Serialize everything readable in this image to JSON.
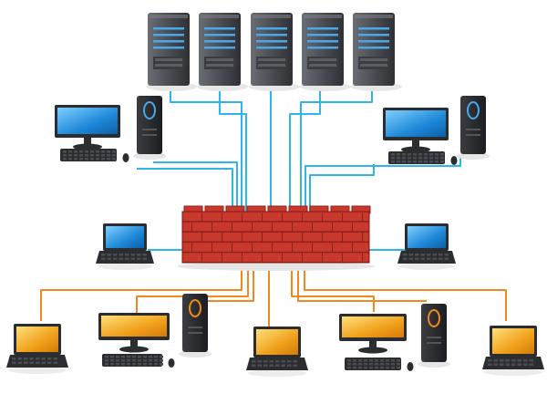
{
  "colors": {
    "background": "#ffffff",
    "protected_cable": "#2fb6e8",
    "exposed_cable": "#f08a1e",
    "firewall_brick": "#c9382c",
    "firewall_mortar": "#8e2118",
    "server_body": "#4a4d53",
    "server_accent": "#4aa8e8",
    "screen_blue": "#1e88d8",
    "screen_orange": "#f0a01a",
    "device_dark": "#2b2d31"
  },
  "icons": {
    "server": "server-icon",
    "desktop": "desktop-computer-icon",
    "laptop": "laptop-icon",
    "firewall": "firewall-icon"
  },
  "zones": {
    "protected": {
      "servers": 5,
      "desktops": 2,
      "laptops": 2
    },
    "exposed": {
      "desktops": 2,
      "laptops": 3
    }
  }
}
